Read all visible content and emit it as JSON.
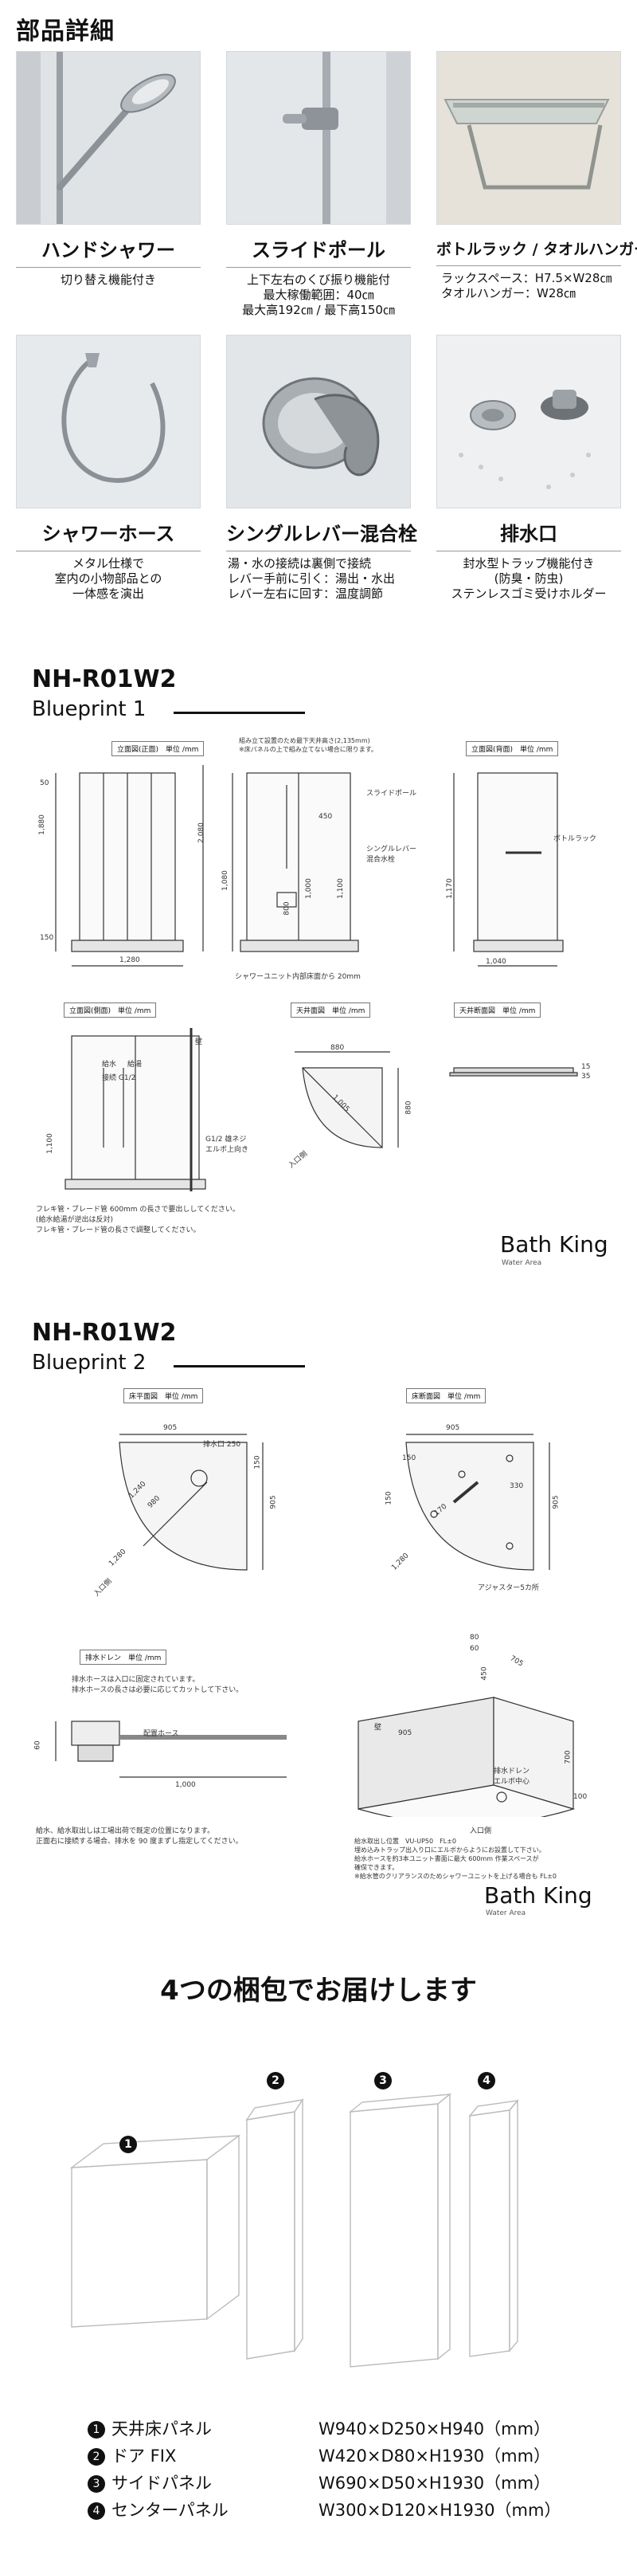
{
  "section_title": "部品詳細",
  "parts": [
    {
      "name": "ハンドシャワー",
      "desc": [
        "切り替え機能付き"
      ]
    },
    {
      "name": "スライドポール",
      "desc": [
        "上下左右のくび振り機能付",
        "最大稼働範囲：40㎝",
        "最大高192㎝ / 最下高150㎝"
      ]
    },
    {
      "name": "ボトルラック / タオルハンガー付",
      "desc": [
        "ラックスペース：H7.5×W28㎝",
        "タオルハンガー：W28㎝"
      ]
    },
    {
      "name": "シャワーホース",
      "desc": [
        "メタル仕様で",
        "室内の小物部品との",
        "一体感を演出"
      ]
    },
    {
      "name": "シングルレバー混合栓",
      "desc": [
        "湯・水の接続は裏側で接続",
        "レバー手前に引く：湯出・水出",
        "レバー左右に回す：温度調節"
      ]
    },
    {
      "name": "排水口",
      "desc": [
        "封水型トラップ機能付き",
        "(防臭・防虫)",
        "ステンレスゴミ受けホルダー"
      ]
    }
  ],
  "blueprint1": {
    "model": "NH-R01W2",
    "title": "Blueprint 1",
    "labels": {
      "front": "立面図(正面)　単位 /mm",
      "front_note": "組み立て設置のため最下天井高さ(2,135mm)\n※床パネルの上で組み立てない場合に限ります。",
      "side": "立面図(側面)　単位 /mm",
      "rear": "立面図(背面)　単位 /mm",
      "ceiling": "天井面図　単位 /mm",
      "ceiling_section": "天井断面図　単位 /mm"
    },
    "dims": {
      "h1880": "1,880",
      "h2080": "2,080",
      "w1280": "1,280",
      "h50": "50",
      "h150": "150",
      "h450": "450",
      "h1080": "1,080",
      "h1000": "1,000",
      "h1100": "1,100",
      "h800": "800",
      "w1040": "1,040",
      "h1170": "1,170",
      "w880": "880",
      "r1005": "1,005",
      "d880": "880",
      "t15": "15",
      "t35": "35",
      "h1100b": "1,100"
    },
    "annotations": {
      "slide_pole": "スライドポール",
      "lever": "シングルレバー\n混合水栓",
      "bottle_rack": "ボトルラック",
      "shower_unit": "シャワーユニット内部床面から 20mm",
      "supply_hot": "給水",
      "supply_cold": "給湯",
      "supply_size": "接続 G1/2",
      "g12": "G1/2 雄ネジ\nエルボ上向き",
      "flex_note": "フレキ管・ブレード管 600mm の長さで要出ししてください。\n(給水給湯が逆出は反対)\nフレキ管・ブレード管の長さで調整してください。",
      "entrance": "入口側",
      "wall": "壁"
    },
    "brand": "Bath King",
    "brand_sub": "Water Area"
  },
  "blueprint2": {
    "model": "NH-R01W2",
    "title": "Blueprint 2",
    "labels": {
      "floor_plan": "床平面図　単位 /mm",
      "floor_section": "床断面図　単位 /mm",
      "drain": "排水ドレン　単位 /mm"
    },
    "dims": {
      "w905": "905",
      "d905": "905",
      "h250": "250",
      "h150": "150",
      "r1240": "1,240",
      "r980": "980",
      "r1280": "1,280",
      "w905b": "905",
      "s150a": "150",
      "s150b": "150",
      "s330": "330",
      "s1280": "1,280",
      "d905b": "905",
      "s170": "170",
      "h60": "60",
      "s1000": "1,000",
      "s80": "80",
      "s60": "60",
      "s450": "450",
      "s705": "705",
      "s905": "905",
      "s700": "700",
      "s100": "100"
    },
    "annotations": {
      "drain_hole": "排水口 250",
      "adjuster": "アジャスター5カ所",
      "entrance": "入口側",
      "drain_hose": "配置ホース",
      "drain_note": "排水ホースは入口に固定されています。\n排水ホースの長さは必要に応じてカットして下さい。",
      "drain_bottom": "給水、給水取出しは工場出荷で既定の位置になります。\n正面右に接続する場合、排水を 90 度まずし指定してください。",
      "wall": "壁",
      "entry": "入口側",
      "drain_exit": "排水ドレン\nエルボ中心",
      "supply_note": "給水取出し位置　VU-UP50　FL±0\n埋め込みトラップ出入り口にエルボからようにお設置して下さい。\n給水ホースを約3本ユニット書面に最大 600mm 作業スペースが\n確保できます。\n※給水管のクリアランスのためシャワーユニットを上げる場合も FL±0"
    },
    "brand": "Bath King",
    "brand_sub": "Water Area"
  },
  "packages": {
    "title": "4つの梱包でお届けします",
    "items": [
      {
        "num": "1",
        "name": "天井床パネル",
        "size": "W940×D250×H940（mm）"
      },
      {
        "num": "2",
        "name": "ドア FIX",
        "size": "W420×D80×H1930（mm）"
      },
      {
        "num": "3",
        "name": "サイドパネル",
        "size": "W690×D50×H1930（mm）"
      },
      {
        "num": "4",
        "name": "センターパネル",
        "size": "W300×D120×H1930（mm）"
      }
    ]
  }
}
